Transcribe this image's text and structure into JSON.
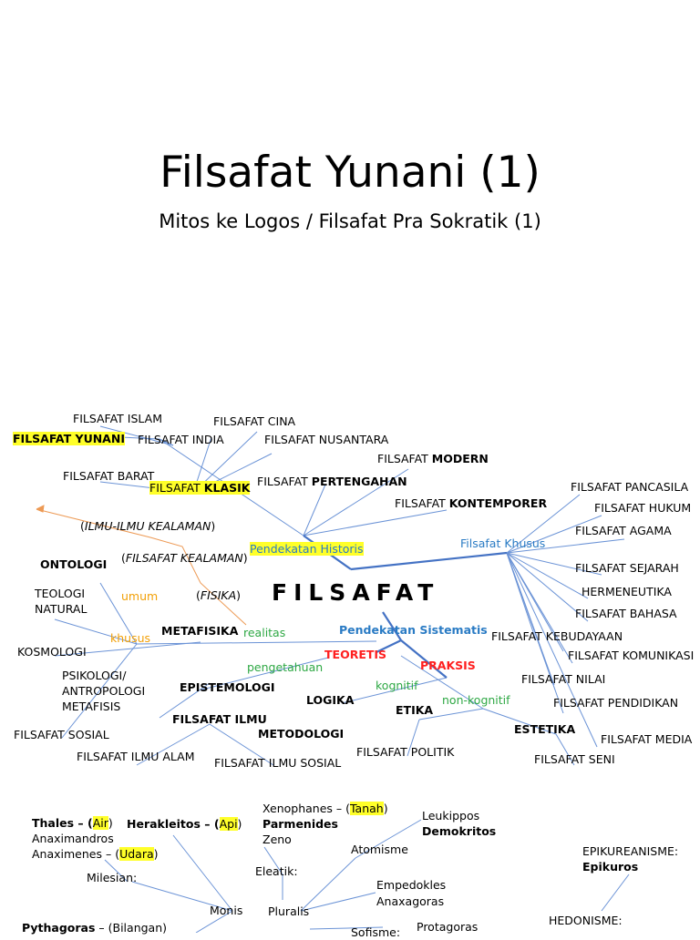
{
  "title": "Filsafat Yunani (1)",
  "subtitle": "Mitos ke Logos / Filsafat Pra Sokratik (1)",
  "mindmap": {
    "center": "FILSAFAT",
    "historis": {
      "branch": "Pendekatan Historis",
      "islam": "FILSAFAT ISLAM",
      "cina": "FILSAFAT CINA",
      "yunani": "FILSAFAT YUNANI",
      "india": "FILSAFAT INDIA",
      "nusantara": "FILSAFAT NUSANTARA",
      "modern_prefix": "FILSAFAT ",
      "modern": "MODERN",
      "barat": "FILSAFAT BARAT",
      "klasik_prefix": "FILSAFAT ",
      "klasik": "KLASIK",
      "pertengahan_prefix": "FILSAFAT ",
      "pertengahan": "PERTENGAHAN",
      "kontemporer_prefix": "FILSAFAT ",
      "kontemporer": "KONTEMPORER"
    },
    "khusus": {
      "branch": "Filsafat Khusus",
      "items": {
        "pancasila": "FILSAFAT PANCASILA",
        "hukum": "FILSAFAT HUKUM",
        "agama": "FILSAFAT AGAMA",
        "sejarah": "FILSAFAT SEJARAH",
        "hermeneutika": "HERMENEUTIKA",
        "bahasa": "FILSAFAT BAHASA",
        "kebudayaan": "FILSAFAT KEBUDAYAAN",
        "komunikasi": "FILSAFAT KOMUNIKASI",
        "nilai": "FILSAFAT NILAI",
        "pendidikan": "FILSAFAT PENDIDIKAN",
        "media": "FILSAFAT MEDIA",
        "seni": "FILSAFAT SENI"
      }
    },
    "sistematis": {
      "branch": "Pendekatan Sistematis",
      "ilmu_ilmu_open": "(",
      "ilmu_ilmu": "ILMU-ILMU KEALAMAN",
      "ilmu_ilmu_close": ")",
      "kealaman_open": "(",
      "kealaman": "FILSAFAT KEALAMAN",
      "kealaman_close": ")",
      "fisika_open": "(",
      "fisika": "FISIKA",
      "fisika_close": ")",
      "ontologi": "ONTOLOGI",
      "teologi": "TEOLOGI\nNATURAL",
      "umum": "umum",
      "khusus": "khusus",
      "metafisika": "METAFISIKA",
      "realitas": "realitas",
      "kosmologi": "KOSMOLOGI",
      "pengetahuan": "pengetahuan",
      "teoretis": "TEORETIS",
      "praksis": "PRAKSIS",
      "psikologi": "PSIKOLOGI/\nANTROPOLOGI\nMETAFISIS",
      "epistemologi": "EPISTEMOLOGI",
      "kognitif": "kognitif",
      "non_kognitif": "non-kognitif",
      "logika": "LOGIKA",
      "etika": "ETIKA",
      "estetika": "ESTETIKA",
      "sosial": "FILSAFAT SOSIAL",
      "ilmu": "FILSAFAT ILMU",
      "metodologi": "METODOLOGI",
      "politik": "FILSAFAT POLITIK",
      "ilmu_alam": "FILSAFAT ILMU ALAM",
      "ilmu_sosial": "FILSAFAT ILMU SOSIAL"
    }
  },
  "greek": {
    "thales": "Thales",
    "thales_dash": " – (",
    "air": "Air",
    "thales_close": ")",
    "anaximandros": "Anaximandros",
    "anaximenes": "Anaximenes – (",
    "udara": "Udara",
    "anaximenes_close": ")",
    "heraklitos": "Herakleitos – (",
    "api": "Api",
    "heraklitos_close": ")",
    "xenophanes": "Xenophanes – (",
    "tanah": "Tanah",
    "xenophanes_close": ")",
    "parmenides": "Parmenides",
    "zeno": "Zeno",
    "leukippos": "Leukippos",
    "demokritos": "Demokritos",
    "atomisme": "Atomisme",
    "eleatik": "Eleatik:",
    "milesian": "Milesian:",
    "empedokles": "Empedokles",
    "anaxagoras": "Anaxagoras",
    "monis": "Monis",
    "pluralis": "Pluralis",
    "epikureanisme": "EPIKUREANISME:",
    "epikuros": "Epikuros",
    "hedonisme": "HEDONISME:",
    "pythagoras": "Pythagoras",
    "pythagoras_rest": " – (Bilangan)",
    "sofisme": "Sofisme:",
    "protagoras": "Protagoras"
  }
}
